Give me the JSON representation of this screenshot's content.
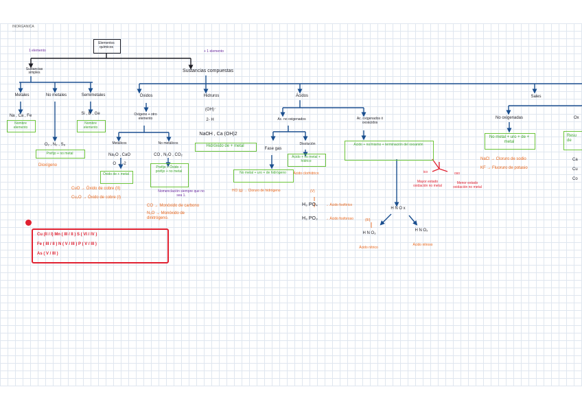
{
  "header": {
    "title": "INORGANICA",
    "subtitle": "——————— ——"
  },
  "root": {
    "title": "Elementos químicos"
  },
  "left_branch": {
    "note": "1 elemento",
    "title": "Sustancias simples"
  },
  "right_branch": {
    "note": "+ 1 elemento",
    "title": "Sustancias compuestas"
  },
  "simples": {
    "metales": {
      "title": "Metales",
      "examples": "Na , Ca , Fe",
      "box": "Nombre elemento"
    },
    "no_metales": {
      "title": "No metales",
      "examples": "O₂ , N₂ , S₈",
      "box": "Prefijo + no metal",
      "example": "Dioxígeno"
    },
    "semimetales": {
      "title": "Semimetales",
      "examples": "Si , B , Ge",
      "box": "Nombre elemento"
    }
  },
  "oxidos": {
    "title": "Óxidos",
    "subtitle": "Oxígeno + otro elemento",
    "metalicos": {
      "title": "Metálicos",
      "formula": "Na₂O , CaO",
      "charge": "O → -2",
      "box": "Óxido de + metal"
    },
    "no_metalicos": {
      "title": "No metálicos",
      "formula": "CO , N₂O , CO₂",
      "box": "Prefijo + Óxido + prefijo + no metal",
      "note": "Nomenclación siempre que no sea 1."
    },
    "examples_metal": [
      "CuO → Óxido de cobre (II)",
      "Cu₂O → Óxido de cobre (I)"
    ],
    "examples_nometal": [
      "CO → Monóxido de carbono",
      "N₂O → Monóxido de dinitrógeno."
    ]
  },
  "hidruros": {
    "title": "Hidruros",
    "formula1": "(OH)⁻",
    "formula2": "2- H",
    "formula3": "NaOH , Ca (OH)2",
    "box": "Hidróxido de + metal"
  },
  "acidos": {
    "title": "Ácidos",
    "no_oxigenados": {
      "title": "Ac. no oxigenados",
      "fase_gas": "Fase gas",
      "disolucion": "Disolución",
      "box_gas": "No metal + uro + de hidrógeno",
      "box_dis": "Ácido + no metal + hídrico",
      "example_gas": "HCl (g) → Cloruro de hidrógeno",
      "example_dis": "Ácido clorhídrico"
    },
    "oxigenados": {
      "title": "Ac. oxigenados ó oxoácidos",
      "box": "Ácido + no/mismo + terminación del oxoanión",
      "ico": "ico",
      "ico_note": "Mayor estado oxidación no metal",
      "oso": "oso",
      "oso_note": "Menor estado oxidación no metal",
      "charge_v": "(V)",
      "h3po4": "H₃ PO₄",
      "h3po4_name": "→ Ácido fosfórico",
      "h3po3": "H₃ PO₃",
      "h3po3_name": "→ Ácido fosforoso",
      "hnox": "H N O x",
      "hno3": "H N O₃",
      "hno3_name": "Ácido nítrico",
      "hno2": "H N O₂",
      "hno2_name": "Ácido nitroso",
      "charge_iii": "(III)"
    }
  },
  "sales": {
    "title": "Sales",
    "no_oxigenadas": "No oxigenadas",
    "box": "No metal + uro + de + metal",
    "examples": [
      "NaCl → Cloruro de sodio",
      "KF → Fluoruro de potasio"
    ],
    "cut": {
      "title": "Ox",
      "box": "Resu de",
      "ex": [
        "Ca",
        "Cu",
        "Co"
      ]
    }
  },
  "valencias": {
    "row1": "Cu (II / I)     Mn ( III / II )     S ( VI / IV )",
    "row2": "Fe ( III / II )     N ( V / III )     P ( V / III )",
    "row3": "As ( V / III )"
  }
}
